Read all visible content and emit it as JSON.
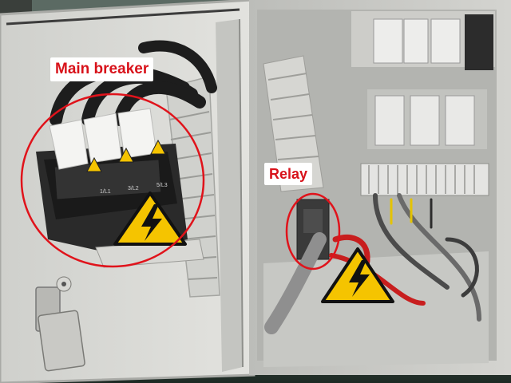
{
  "labels": {
    "main_breaker": "Main breaker",
    "relay": "Relay"
  },
  "breaker_markings": [
    "1/L1",
    "3/L2",
    "5/L3"
  ],
  "icons": {
    "hazard": "high-voltage-warning-icon",
    "small_hazard": "caution-triangle-icon"
  },
  "colors": {
    "callout_text": "#d8121a",
    "highlight_ring": "#e0131b",
    "warning_yellow": "#f5c400",
    "panel": "#d9d9d6"
  }
}
